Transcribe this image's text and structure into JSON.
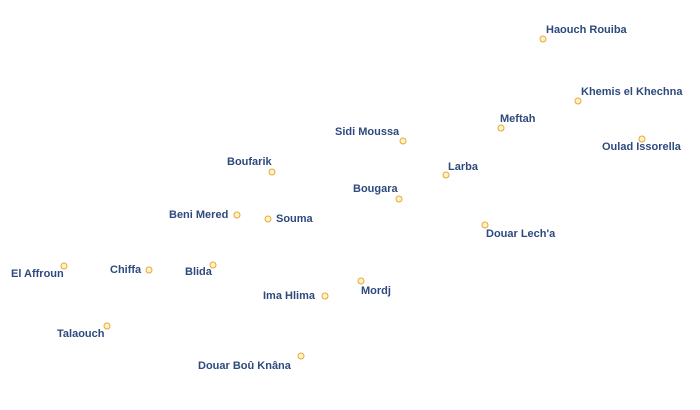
{
  "colors": {
    "background": "#ffffff",
    "label": "#2e4a7d",
    "label_halo": "#ffffff",
    "marker_fill": "#fff3c4",
    "marker_stroke": "#e6a83a"
  },
  "marker_icon": "circle",
  "places": [
    {
      "name": "Haouch Rouiba"
    },
    {
      "name": "Khemis el Khechna"
    },
    {
      "name": "Meftah"
    },
    {
      "name": "Oulad Issorella"
    },
    {
      "name": "Sidi Moussa"
    },
    {
      "name": "Boufarik"
    },
    {
      "name": "Larba"
    },
    {
      "name": "Bougara"
    },
    {
      "name": "Beni Mered"
    },
    {
      "name": "Souma"
    },
    {
      "name": "Douar Lech'a"
    },
    {
      "name": "El Affroun"
    },
    {
      "name": "Chiffa"
    },
    {
      "name": "Blida"
    },
    {
      "name": "Mordj"
    },
    {
      "name": "Ima Hlima"
    },
    {
      "name": "Talaouch"
    },
    {
      "name": "Douar Boû Knâna"
    }
  ]
}
